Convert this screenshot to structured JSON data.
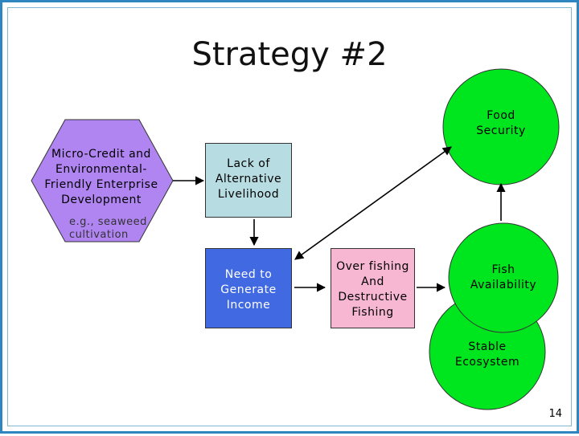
{
  "title": "Strategy #2",
  "nodes": {
    "micro_credit": "Micro-Credit and Environmental-Friendly Enterprise Development",
    "micro_credit_example": "e.g., seaweed cultivation",
    "lack_livelihood": "Lack of Alternative Livelihood",
    "need_income": "Need to Generate Income",
    "overfishing": "Over fishing And Destructive Fishing",
    "fish_availability": "Fish Availability",
    "stable_ecosystem": "Stable Ecosystem",
    "food_security": "Food Security"
  },
  "colors": {
    "hexagon": "#b085f2",
    "lack_box": "#b7dde3",
    "need_box": "#4169e1",
    "need_text": "#ffffff",
    "overfishing_box": "#f7b6d2",
    "circle": "#00e61e"
  },
  "page_number": "14"
}
